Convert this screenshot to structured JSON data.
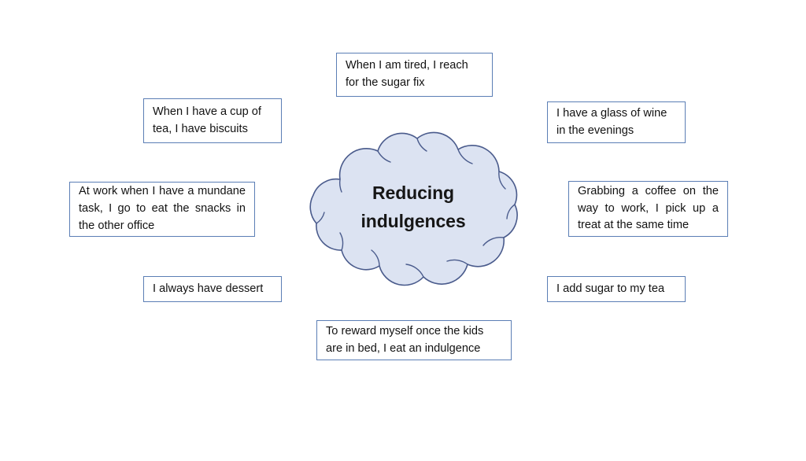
{
  "diagram": {
    "title": "Reducing indulgences",
    "center": {
      "shape": "cloud",
      "label_line_1": "Reducing",
      "label_line_2": "indulgences",
      "fill_color": "#dce3f2",
      "outline_color": "#4a5b8c"
    },
    "note_style": {
      "border_color": "#5b7eb5",
      "fill_color": "#ffffff",
      "text_color": "#121212"
    },
    "notes": [
      {
        "id": "tired",
        "text": "When I am tired, I reach for the sugar fix",
        "position": "top",
        "align": "left"
      },
      {
        "id": "biscuits",
        "text": "When I have a cup of tea, I have biscuits",
        "position": "upper-left",
        "align": "left"
      },
      {
        "id": "wine",
        "text": "I have a glass of wine in the evenings",
        "position": "upper-right",
        "align": "left"
      },
      {
        "id": "work",
        "text": "At work when I have a mundane task, I go to eat the snacks in the other office",
        "position": "middle-left",
        "align": "justify"
      },
      {
        "id": "coffee",
        "text": "Grabbing a coffee on the way to work, I pick up a treat at the same time",
        "position": "middle-right",
        "align": "justify"
      },
      {
        "id": "dessert",
        "text": "I always have dessert",
        "position": "lower-left",
        "align": "left"
      },
      {
        "id": "sugar",
        "text": "I add sugar to my tea",
        "position": "lower-right",
        "align": "left"
      },
      {
        "id": "reward",
        "text": "To reward myself once the kids are in bed, I eat an indulgence",
        "position": "bottom",
        "align": "left"
      }
    ]
  }
}
